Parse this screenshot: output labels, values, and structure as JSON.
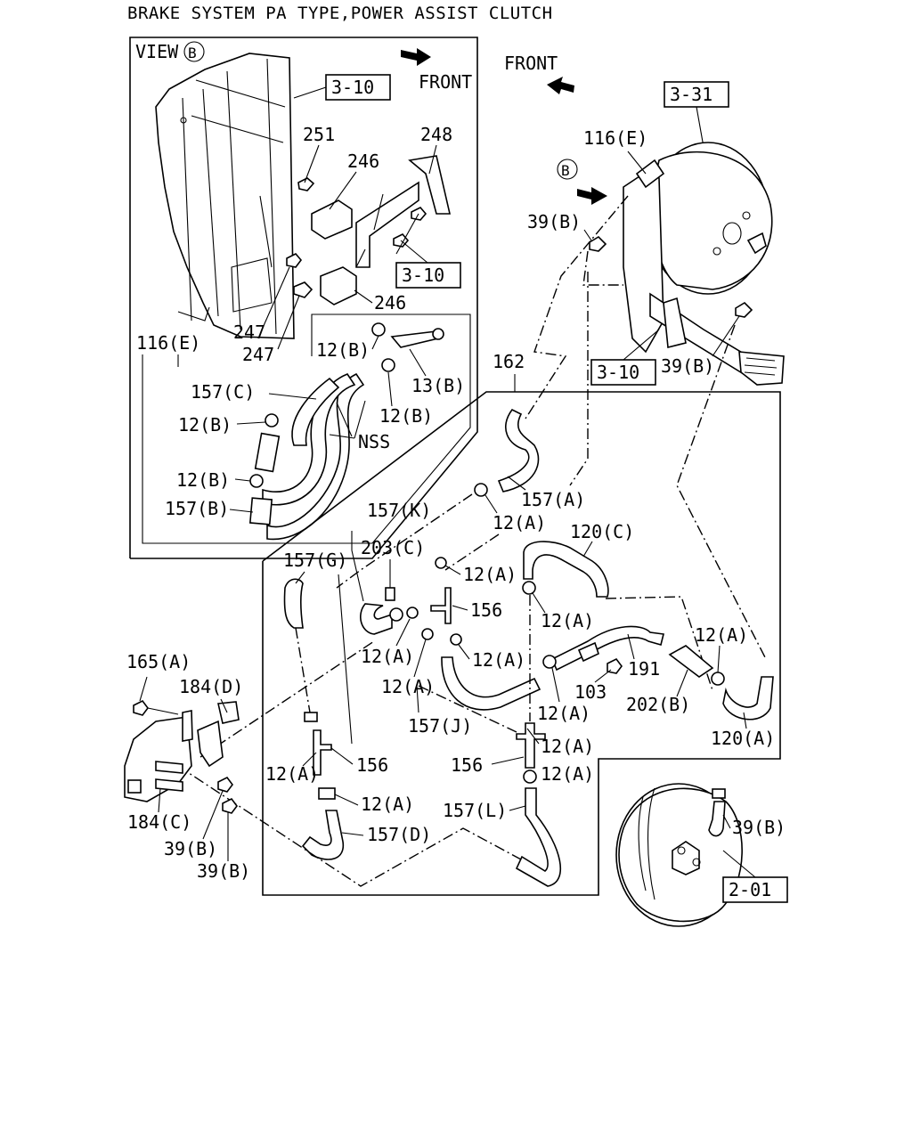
{
  "title": "BRAKE SYSTEM PA TYPE,POWER ASSIST CLUTCH",
  "view_label": "VIEW",
  "view_ref": "B",
  "front_labels": [
    "FRONT",
    "FRONT"
  ],
  "refs": {
    "r310_top": "3-10",
    "r310_mid": "3-10",
    "r310_bottom": "3-10",
    "r331": "3-31",
    "r201": "2-01"
  },
  "callouts": {
    "c251": "251",
    "c248": "248",
    "c246a": "246",
    "c246b": "246",
    "c247a": "247",
    "c247b": "247",
    "c116e_left": "116(E)",
    "c116e_right": "116(E)",
    "c12b_1": "12(B)",
    "c13b": "13(B)",
    "c157c": "157(C)",
    "c12b_2": "12(B)",
    "c12b_3": "12(B)",
    "cNSS": "NSS",
    "c12b_4": "12(B)",
    "c157b": "157(B)",
    "c162": "162",
    "c39b_1": "39(B)",
    "c39b_2": "39(B)",
    "c157a": "157(A)",
    "c12a_1": "12(A)",
    "c157k": "157(K)",
    "c203c": "203(C)",
    "c157g": "157(G)",
    "c12a_2": "12(A)",
    "c120c": "120(C)",
    "c156_1": "156",
    "c12a_3": "12(A)",
    "c12a_4": "12(A)",
    "c12a_5": "12(A)",
    "c12a_6": "12(A)",
    "c12a_7": "12(A)",
    "c191": "191",
    "c103": "103",
    "c12a_8": "12(A)",
    "c202b": "202(B)",
    "c120a": "120(A)",
    "c165a": "165(A)",
    "c184d": "184(D)",
    "c157j": "157(J)",
    "c12a_9": "12(A)",
    "c156_2": "156",
    "c12a_10": "12(A)",
    "c156_3": "156",
    "c12a_11": "12(A)",
    "c157l": "157(L)",
    "c39b_3": "39(B)",
    "c184c": "184(C)",
    "c39b_4": "39(B)",
    "c157d": "157(D)",
    "c39b_5": "39(B)"
  }
}
